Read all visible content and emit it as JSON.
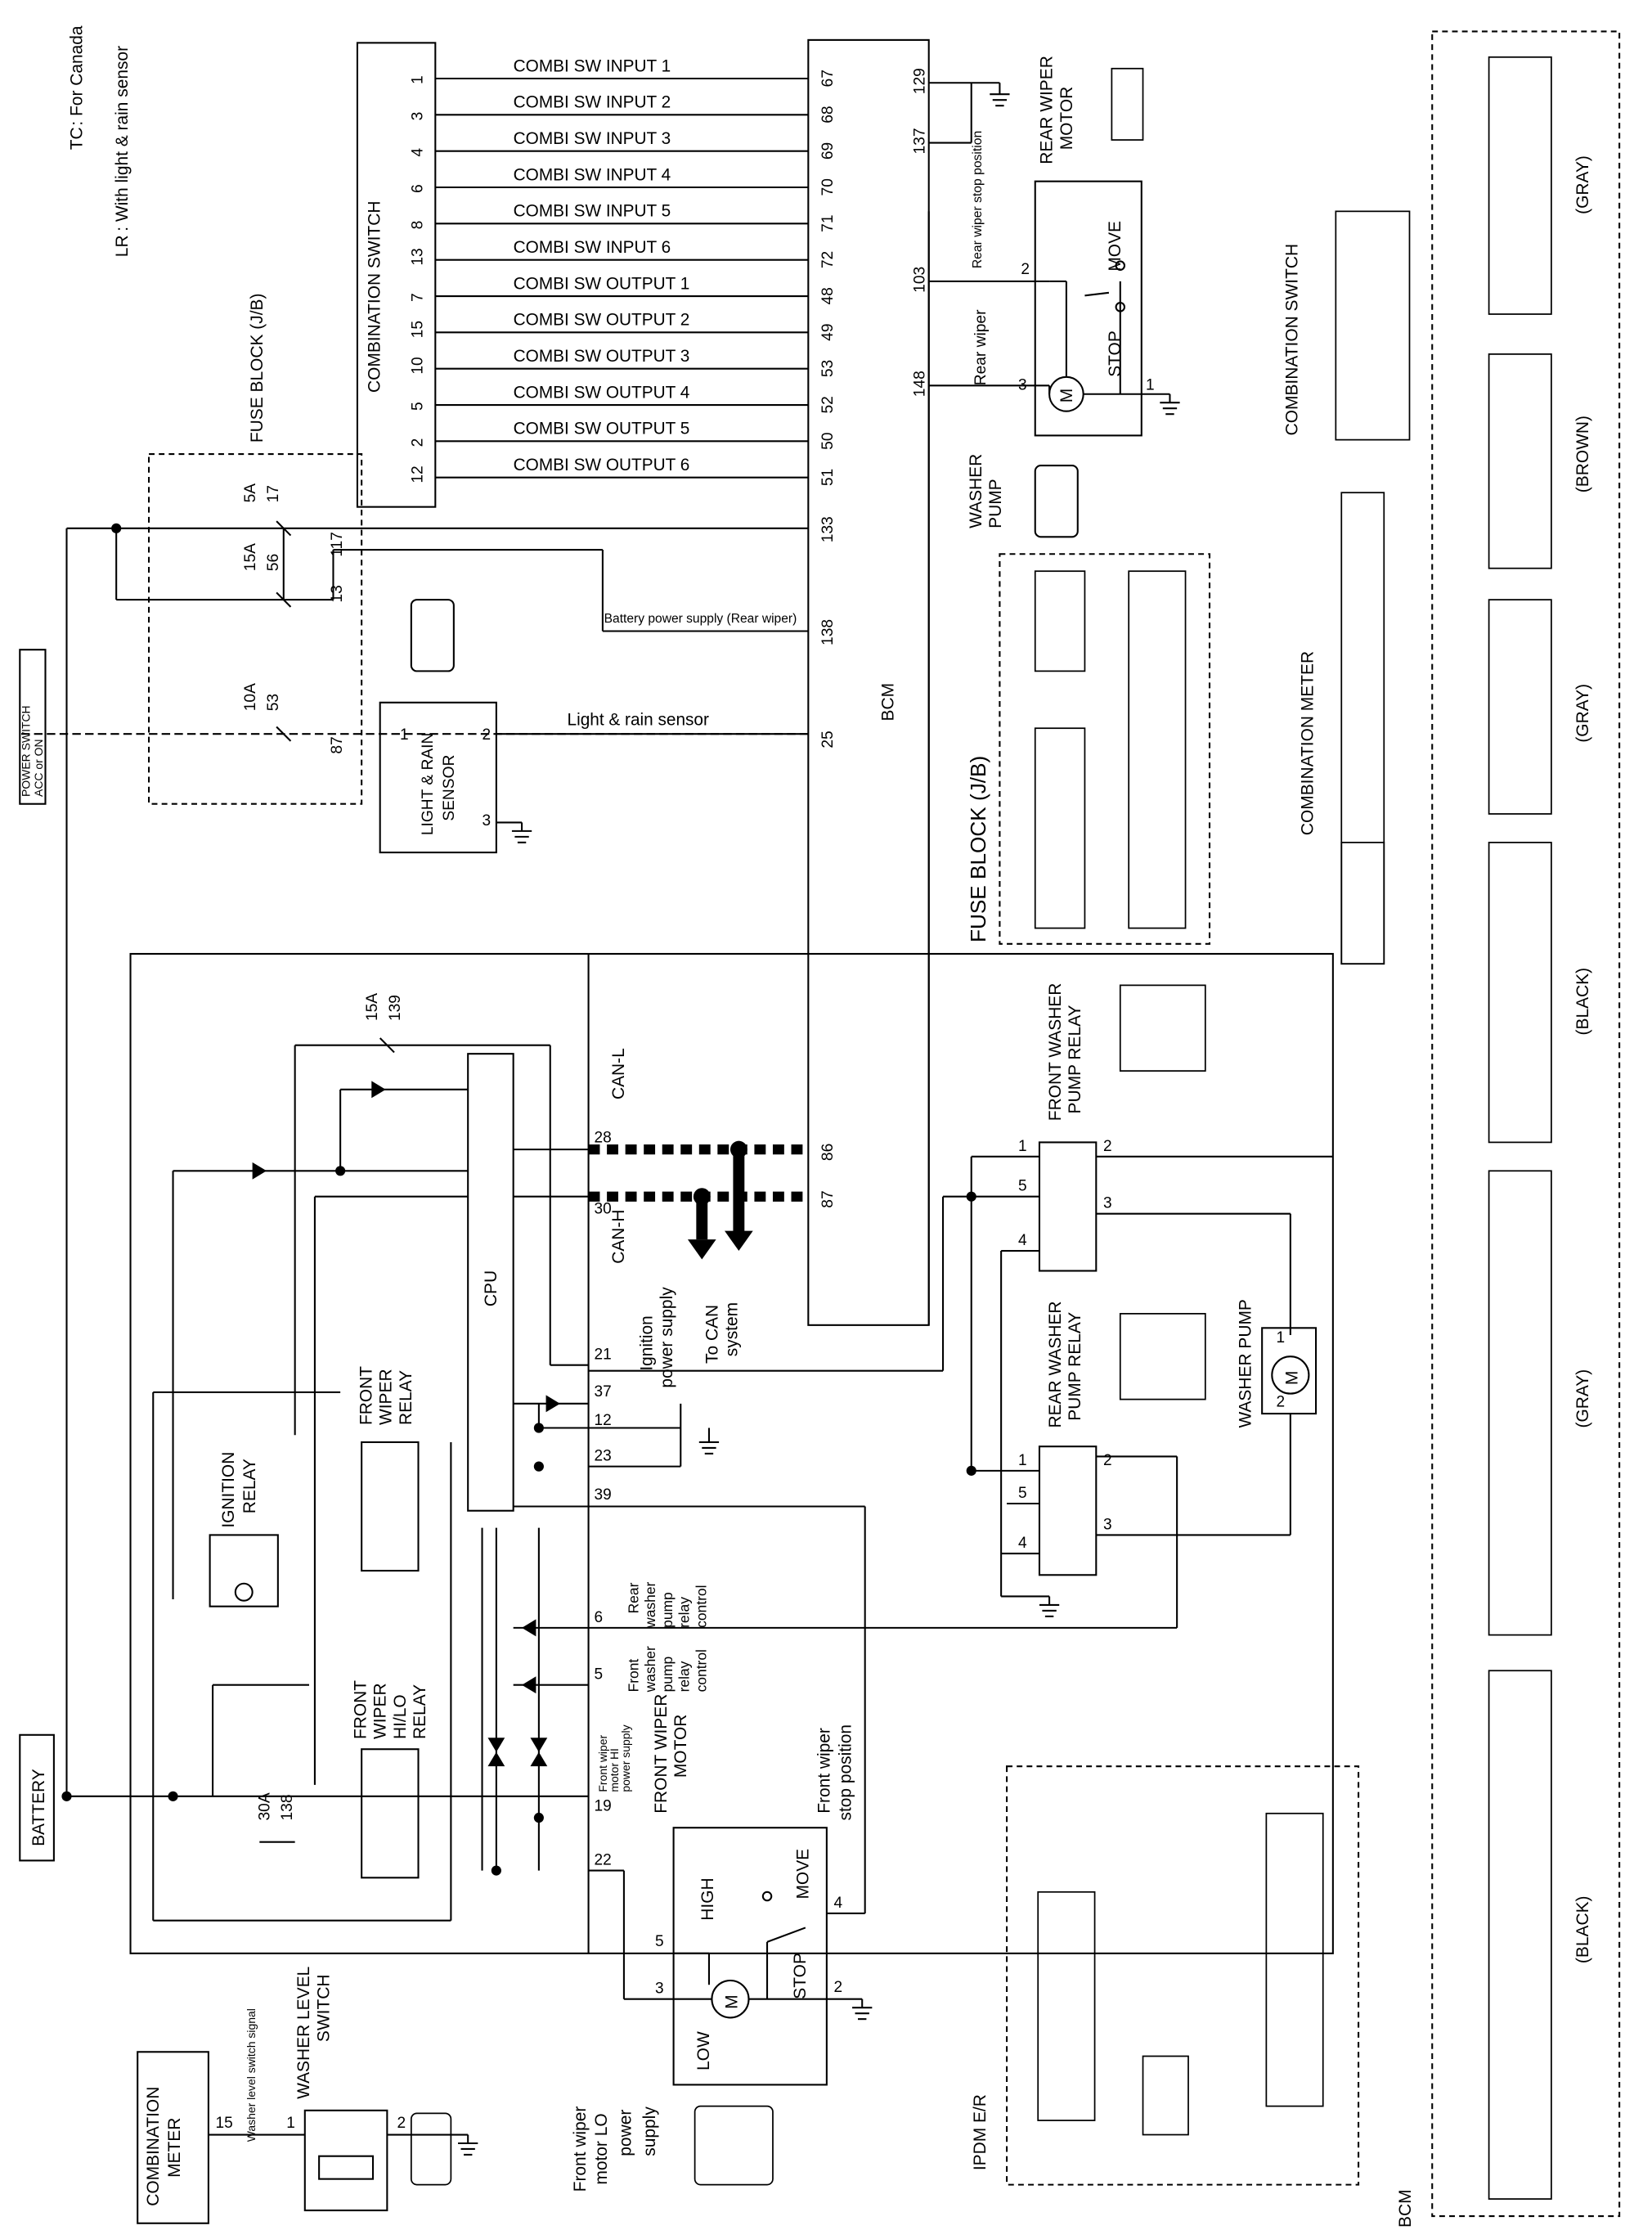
{
  "legend": {
    "tc_badge": "TC",
    "tc_text": ": For Canada",
    "lr_badge": "LR",
    "lr_text": ": With light & rain sensor"
  },
  "components": {
    "combination_switch": "COMBINATION SWITCH",
    "bcm": "BCM",
    "fuse_block": "FUSE BLOCK (J/B)",
    "power_switch_1": "POWER SWITCH",
    "power_switch_2": "ACC or ON",
    "battery": "BATTERY",
    "light_rain_1": "LIGHT & RAIN",
    "light_rain_2": "SENSOR",
    "rear_wiper_motor_1": "REAR WIPER",
    "rear_wiper_motor_2": "MOTOR",
    "washer_pump_1": "WASHER",
    "washer_pump_2": "PUMP",
    "front_washer_relay_1": "FRONT WASHER",
    "front_washer_relay_2": "PUMP RELAY",
    "rear_washer_relay_1": "REAR WASHER",
    "rear_washer_relay_2": "PUMP RELAY",
    "washer_pump_motor": "WASHER PUMP",
    "cpu": "CPU",
    "ignition_relay_1": "IGNITION",
    "ignition_relay_2": "RELAY",
    "front_wiper_relay_1": "FRONT",
    "front_wiper_relay_2": "WIPER",
    "front_wiper_relay_3": "RELAY",
    "hilo_relay_1": "FRONT",
    "hilo_relay_2": "WIPER",
    "hilo_relay_3": "HI/LO",
    "hilo_relay_4": "RELAY",
    "front_wiper_motor_1": "FRONT WIPER",
    "front_wiper_motor_2": "MOTOR",
    "combination_meter_1": "COMBINATION",
    "combination_meter_2": "METER",
    "washer_level_1": "WASHER LEVEL",
    "washer_level_2": "SWITCH",
    "ipdm": "IPDM E/R",
    "combination_meter_conn": "COMBINATION METER",
    "combination_switch_conn": "COMBINATION SWITCH",
    "fuse_block_conn": "FUSE BLOCK (J/B)",
    "bcm_conn": "BCM"
  },
  "signals": [
    "COMBI SW INPUT 1",
    "COMBI SW INPUT 2",
    "COMBI SW INPUT 3",
    "COMBI SW INPUT 4",
    "COMBI SW INPUT 5",
    "COMBI SW INPUT 6",
    "COMBI SW OUTPUT 1",
    "COMBI SW OUTPUT 2",
    "COMBI SW OUTPUT 3",
    "COMBI SW OUTPUT 4",
    "COMBI SW OUTPUT 5",
    "COMBI SW OUTPUT 6"
  ],
  "sw_pins": [
    "1",
    "3",
    "4",
    "6",
    "8",
    "13",
    "7",
    "15",
    "10",
    "5",
    "2",
    "12"
  ],
  "bcm_pins": [
    "67",
    "68",
    "69",
    "70",
    "71",
    "72",
    "48",
    "49",
    "53",
    "52",
    "50",
    "51"
  ],
  "fuses": {
    "f5a": "5A",
    "f17": "17",
    "f15a": "15A",
    "f56": "56",
    "f10a": "10A",
    "f53": "53",
    "f15a_b": "15A",
    "f139": "139",
    "f30a": "30A",
    "f138": "138"
  },
  "wire_labels": {
    "batt_rear": "Battery power supply (Rear wiper)",
    "lr_sensor": "Light & rain sensor",
    "rear_stop": "Rear wiper stop position",
    "rear_wiper": "Rear wiper",
    "can_l": "CAN-L",
    "can_h": "CAN-H",
    "ign_power_1": "Ignition",
    "ign_power_2": "power supply",
    "to_can_1": "To CAN",
    "to_can_2": "system",
    "rear_ctl_1": "Rear",
    "rear_ctl_2": "washer",
    "rear_ctl_3": "pump",
    "rear_ctl_4": "relay",
    "rear_ctl_5": "control",
    "front_ctl_1": "Front",
    "front_ctl_2": "washer",
    "front_ctl_3": "pump",
    "front_ctl_4": "relay",
    "front_ctl_5": "control",
    "hi_power_1": "Front wiper",
    "hi_power_2": "motor HI",
    "hi_power_3": "power supply",
    "front_stop_1": "Front wiper",
    "front_stop_2": "stop position",
    "lo_power_1": "Front wiper",
    "lo_power_2": "motor LO",
    "lo_power_3": "power",
    "lo_power_4": "supply",
    "washer_level_sig": "Washer level switch signal",
    "move": "MOVE",
    "stop": "STOP",
    "high": "HIGH",
    "low": "LOW",
    "motor_m": "M"
  },
  "pins": {
    "p133": "133",
    "p138": "138",
    "p25": "25",
    "p129": "129",
    "p137": "137",
    "p103": "103",
    "p148": "148",
    "p86": "86",
    "p87": "87",
    "p117": "117",
    "p13": "13",
    "p87b": "87",
    "lr1": "1",
    "lr2": "2",
    "lr3": "3",
    "rm1": "1",
    "rm2": "2",
    "rm3": "3",
    "c28": "28",
    "c30": "30",
    "c21": "21",
    "c37": "37",
    "c12": "12",
    "c23": "23",
    "c39": "39",
    "c6": "6",
    "c5": "5",
    "c19": "19",
    "c22": "22",
    "fw1": "1",
    "fw2": "2",
    "fw3": "3",
    "fw4": "4",
    "fw5": "5",
    "rw1": "1",
    "rw2": "2",
    "rw3": "3",
    "rw4": "4",
    "rw5": "5",
    "wp1": "1",
    "wp2": "2",
    "fm2": "2",
    "fm3": "3",
    "fm4": "4",
    "fm5": "5",
    "cm15": "15",
    "wl1": "1",
    "wl2": "2"
  },
  "colors": {
    "gray": "(GRAY)",
    "brown": "(BROWN)",
    "black": "(BLACK)"
  }
}
